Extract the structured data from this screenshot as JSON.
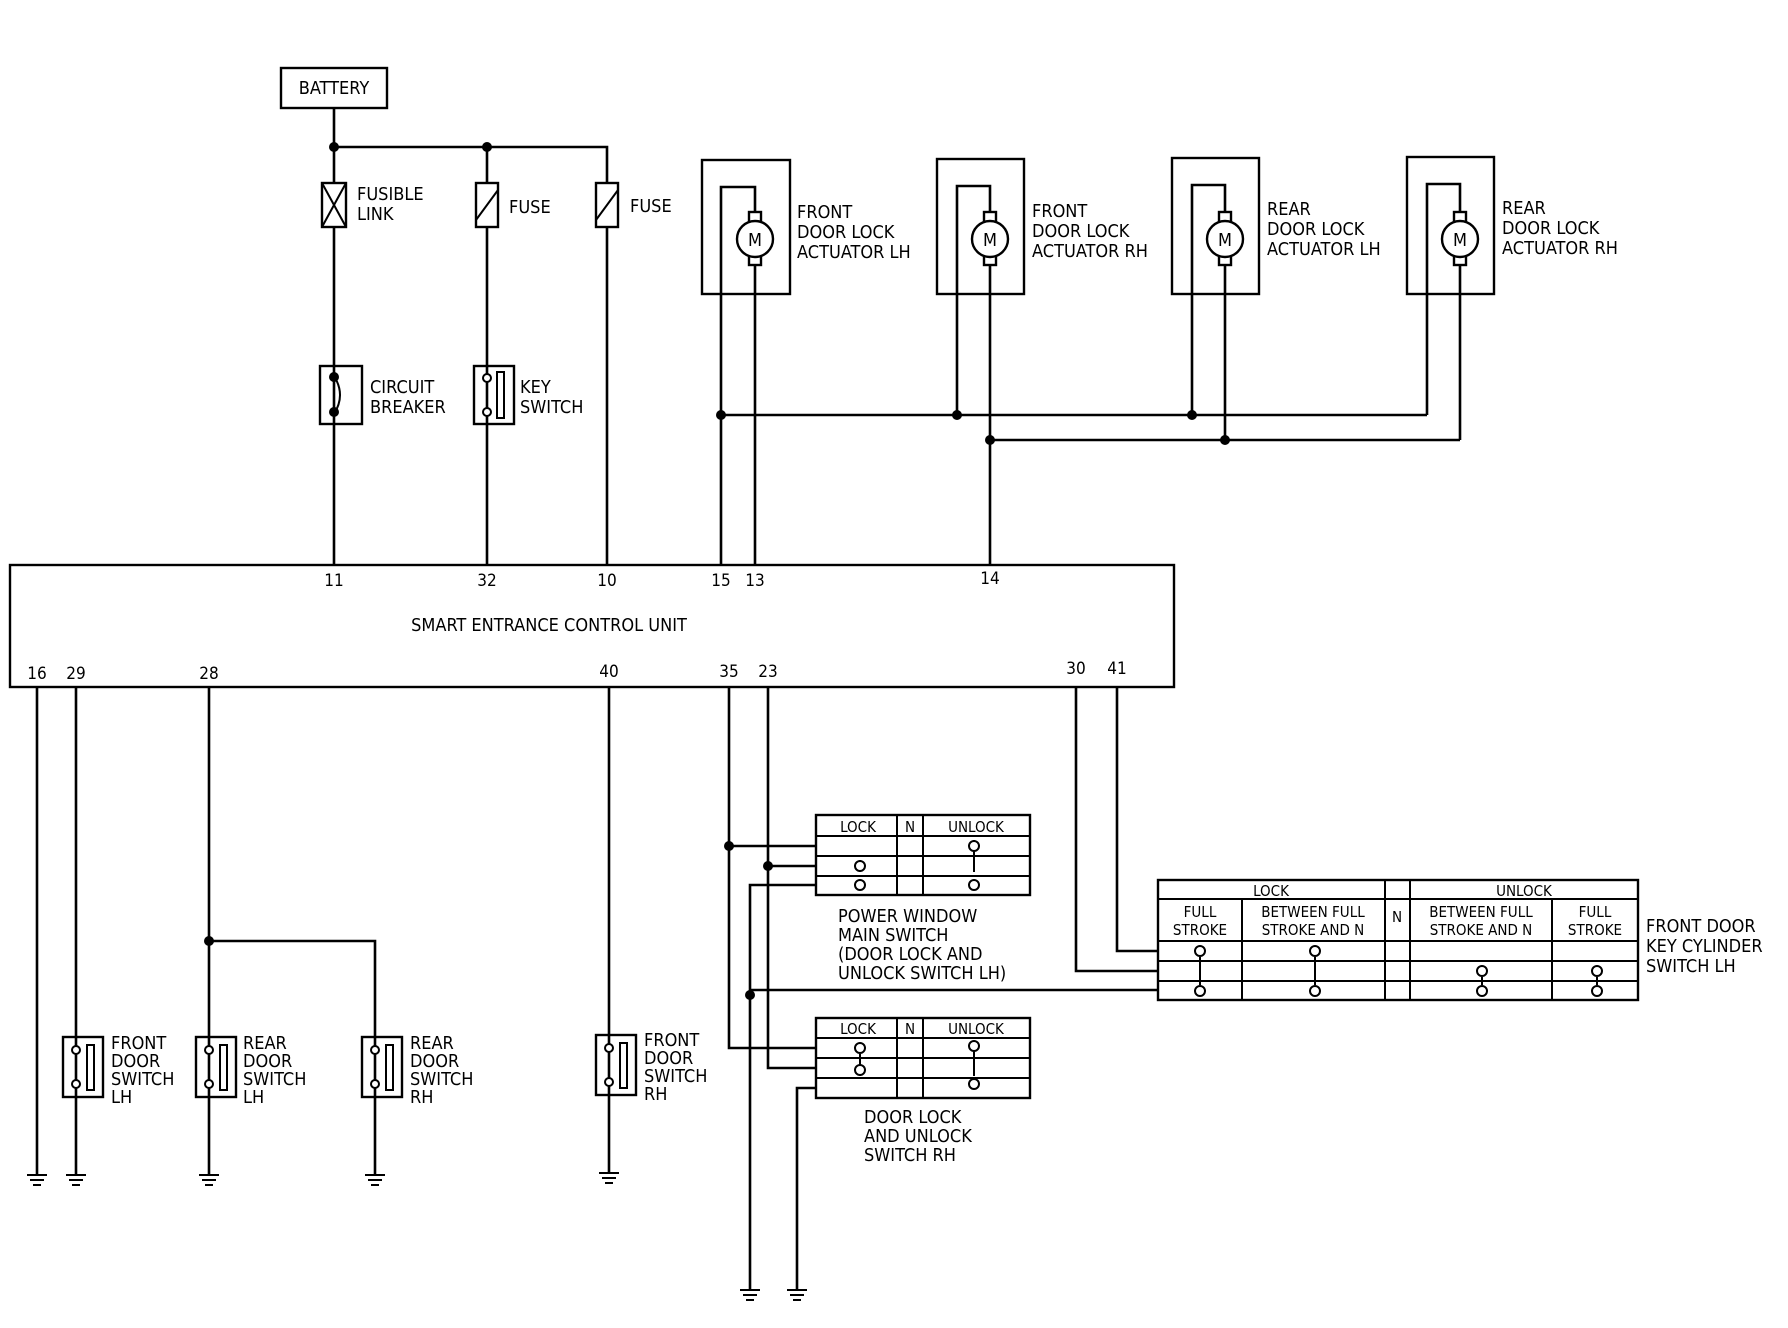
{
  "battery": "BATTERY",
  "fusible_link": [
    "FUSIBLE",
    "LINK"
  ],
  "fuse1": "FUSE",
  "fuse2": "FUSE",
  "circuit_breaker": [
    "CIRCUIT",
    "BREAKER"
  ],
  "key_switch": [
    "KEY",
    "SWITCH"
  ],
  "actuators": [
    [
      "FRONT",
      "DOOR LOCK",
      "ACTUATOR LH"
    ],
    [
      "FRONT",
      "DOOR LOCK",
      "ACTUATOR RH"
    ],
    [
      "REAR",
      "DOOR LOCK",
      "ACTUATOR LH"
    ],
    [
      "REAR",
      "DOOR LOCK",
      "ACTUATOR RH"
    ]
  ],
  "control_unit": "SMART ENTRANCE CONTROL UNIT",
  "top_pins": {
    "p11": "11",
    "p32": "32",
    "p10": "10",
    "p15": "15",
    "p13": "13",
    "p14": "14"
  },
  "bottom_pins": {
    "p16": "16",
    "p29": "29",
    "p28": "28",
    "p40": "40",
    "p35": "35",
    "p23": "23",
    "p30": "30",
    "p41": "41"
  },
  "door_switches": [
    [
      "FRONT",
      "DOOR",
      "SWITCH",
      "LH"
    ],
    [
      "REAR",
      "DOOR",
      "SWITCH",
      "LH"
    ],
    [
      "REAR",
      "DOOR",
      "SWITCH",
      "RH"
    ],
    [
      "FRONT",
      "DOOR",
      "SWITCH",
      "RH"
    ]
  ],
  "power_window_switch": {
    "headers": [
      "LOCK",
      "N",
      "UNLOCK"
    ],
    "label": [
      "POWER WINDOW",
      "MAIN SWITCH",
      "(DOOR LOCK AND",
      "UNLOCK SWITCH LH)"
    ]
  },
  "door_lock_switch_rh": {
    "headers": [
      "LOCK",
      "N",
      "UNLOCK"
    ],
    "label": [
      "DOOR LOCK",
      "AND UNLOCK",
      "SWITCH RH"
    ]
  },
  "key_cylinder_switch": {
    "group_lock": "LOCK",
    "group_unlock": "UNLOCK",
    "cols": [
      [
        "FULL",
        "STROKE"
      ],
      [
        "BETWEEN FULL",
        "STROKE AND N"
      ],
      [
        "N"
      ],
      [
        "BETWEEN FULL",
        "STROKE AND N"
      ],
      [
        "FULL",
        "STROKE"
      ]
    ],
    "label": [
      "FRONT DOOR",
      "KEY CYLINDER",
      "SWITCH LH"
    ]
  }
}
